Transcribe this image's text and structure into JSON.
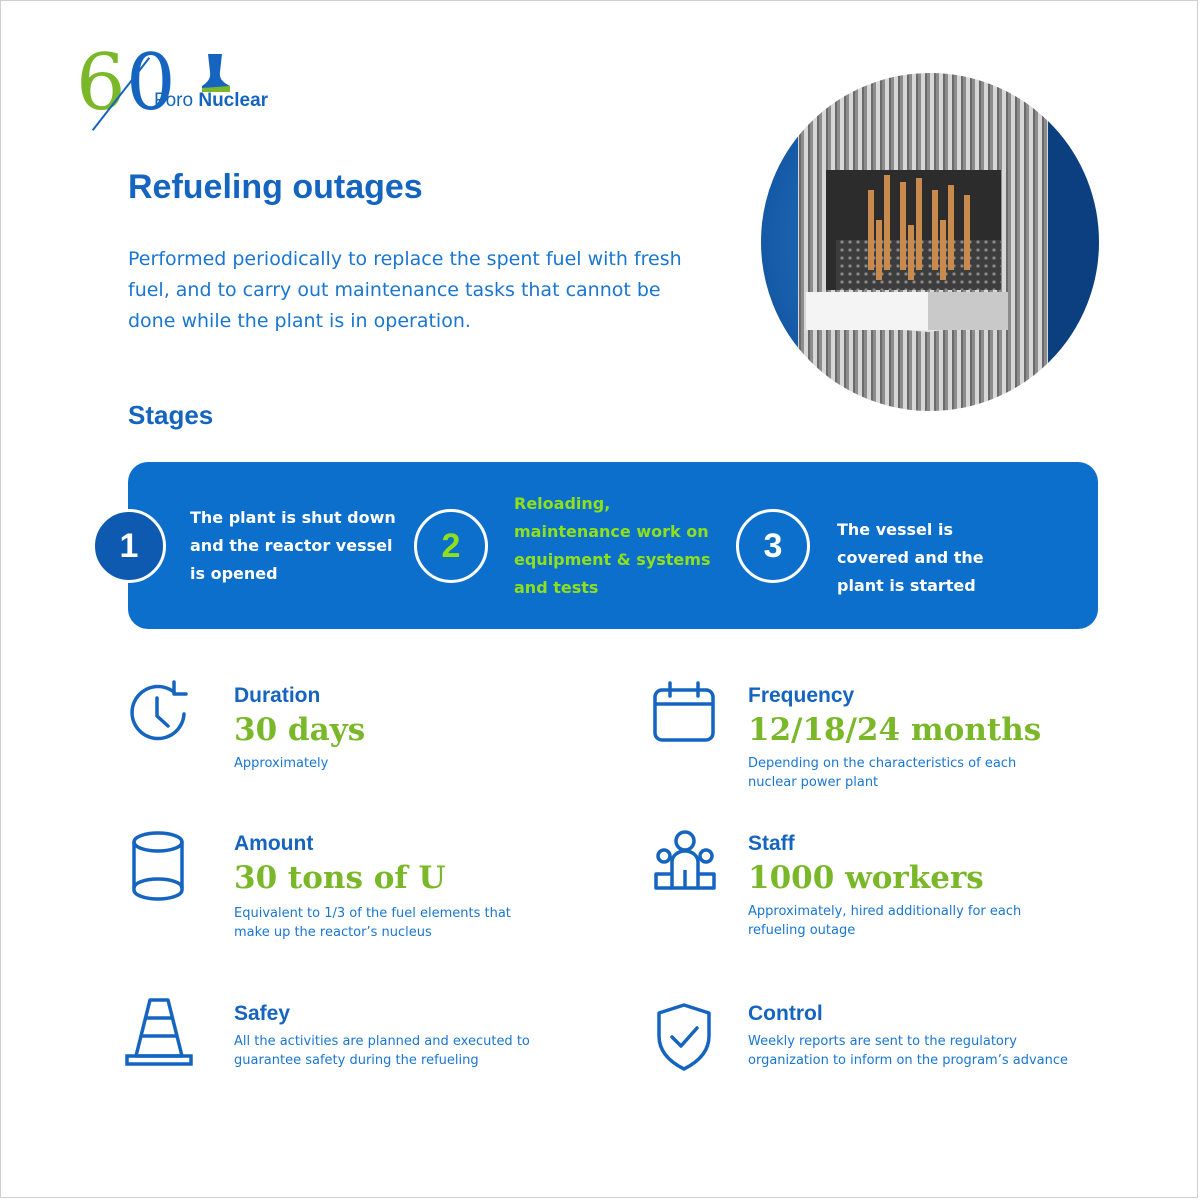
{
  "brand": {
    "number": "60",
    "name_light": "Foro",
    "name_bold": "Nuclear",
    "colors": {
      "green": "#7ab829",
      "blue": "#1565c0"
    }
  },
  "header": {
    "title": "Refueling outages",
    "description": "Performed periodically to replace the spent fuel with fresh fuel, and to carry out maintenance tasks that cannot be done while the plant is in operation."
  },
  "hero_image": {
    "icon": "fuel-assembly-illustration"
  },
  "stages": {
    "heading": "Stages",
    "items": [
      {
        "number": "1",
        "text": "The plant is shut down and the reactor vessel is opened"
      },
      {
        "number": "2",
        "text": "Reloading, maintenance work on equipment & systems and tests"
      },
      {
        "number": "3",
        "text": "The vessel is covered and the plant is started"
      }
    ],
    "colors": {
      "box": "#0d6fcc",
      "highlight": "#8ee01b"
    }
  },
  "stats": {
    "duration": {
      "icon": "clock-refresh-icon",
      "label": "Duration",
      "value": "30 days",
      "note": "Approximately"
    },
    "frequency": {
      "icon": "calendar-icon",
      "label": "Frequency",
      "value": "12/18/24 months",
      "note": "Depending on the characteristics of each nuclear power plant"
    },
    "amount": {
      "icon": "cylinder-icon",
      "label": "Amount",
      "value": "30 tons of U",
      "note": "Equivalent to  1/3 of the fuel elements that make up the reactor’s nucleus"
    },
    "staff": {
      "icon": "people-group-icon",
      "label": "Staff",
      "value": "1000 workers",
      "note": "Approximately, hired additionally for each refueling outage"
    },
    "safety": {
      "icon": "traffic-cone-icon",
      "label": "Safey",
      "note": "All the activities are planned and executed to guarantee safety during the refueling"
    },
    "control": {
      "icon": "shield-check-icon",
      "label": "Control",
      "note": "Weekly reports are sent to the regulatory organization to inform on the program’s advance"
    }
  }
}
